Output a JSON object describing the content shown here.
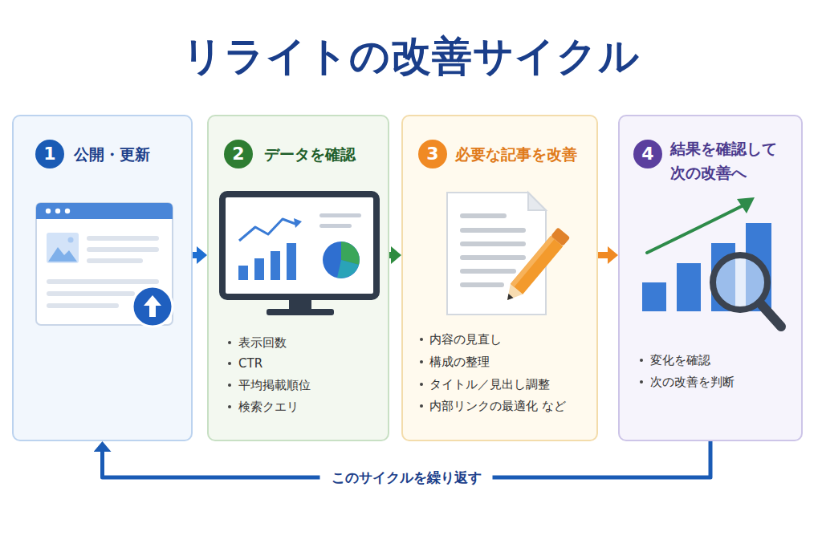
{
  "diagram": {
    "title": "リライトの改善サイクル",
    "nodes": [
      {
        "text": [
          "公開・更新"
        ]
      },
      {
        "text": [
          "1"
        ],
        "in": 0
      },
      {
        "text": [
          "データを確認",
          "表示回数",
          "CTR",
          "平均掲載順位",
          "検索クエリ"
        ]
      },
      {
        "text": [
          "2"
        ],
        "in": 2
      },
      {
        "text": [
          "必要な記事を改善",
          "内容の見直し",
          "構成の整理",
          "タイトル／見出し調整",
          "内部リンクの最適化 など"
        ]
      },
      {
        "text": [
          "3"
        ],
        "in": 4
      },
      {
        "text": [
          "結果を確認して 次の改善へ",
          "変化を確認",
          "次の改善を判断"
        ]
      },
      {
        "text": [
          "4"
        ],
        "in": 6
      }
    ],
    "edges": [
      {
        "from": 0,
        "to": 2,
        "arrow": "to"
      },
      {
        "from": 2,
        "to": 4,
        "arrow": "to"
      },
      {
        "from": 4,
        "to": 6,
        "arrow": "to"
      },
      {
        "from": 6,
        "to": 0,
        "label": "このサイクルを繰り返す",
        "arrow": "to"
      }
    ]
  }
}
